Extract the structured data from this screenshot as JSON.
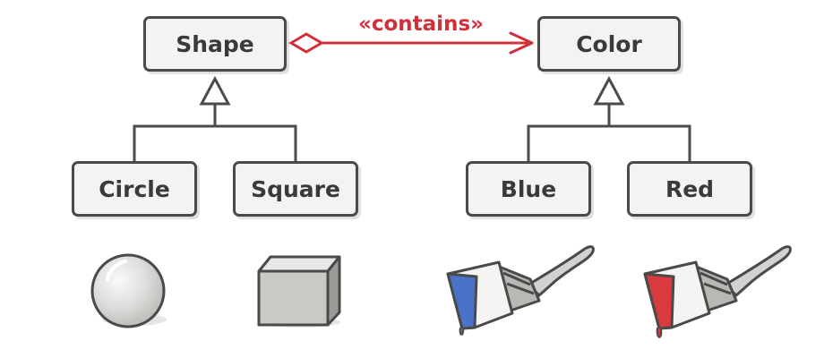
{
  "diagram": {
    "classes": {
      "shape": "Shape",
      "color": "Color",
      "circle": "Circle",
      "square": "Square",
      "blue": "Blue",
      "red": "Red"
    },
    "association_label": "«contains»",
    "relations": [
      {
        "type": "aggregation",
        "from": "Shape",
        "to": "Color",
        "label": "«contains»"
      },
      {
        "type": "inheritance",
        "child": "Circle",
        "parent": "Shape"
      },
      {
        "type": "inheritance",
        "child": "Square",
        "parent": "Shape"
      },
      {
        "type": "inheritance",
        "child": "Blue",
        "parent": "Color"
      },
      {
        "type": "inheritance",
        "child": "Red",
        "parent": "Color"
      }
    ],
    "illustrations": [
      {
        "name": "sphere-icon",
        "below": "Circle"
      },
      {
        "name": "cube-icon",
        "below": "Square"
      },
      {
        "name": "blue-paintbrush-icon",
        "below": "Blue"
      },
      {
        "name": "red-paintbrush-icon",
        "below": "Red"
      }
    ]
  },
  "colors": {
    "accent_red": "#d0303a",
    "box_fill": "#f3f3f3",
    "box_border": "#4a4a4a",
    "text": "#3a3a3a",
    "paint_blue": "#4a72c8",
    "paint_red": "#d83a3e"
  }
}
